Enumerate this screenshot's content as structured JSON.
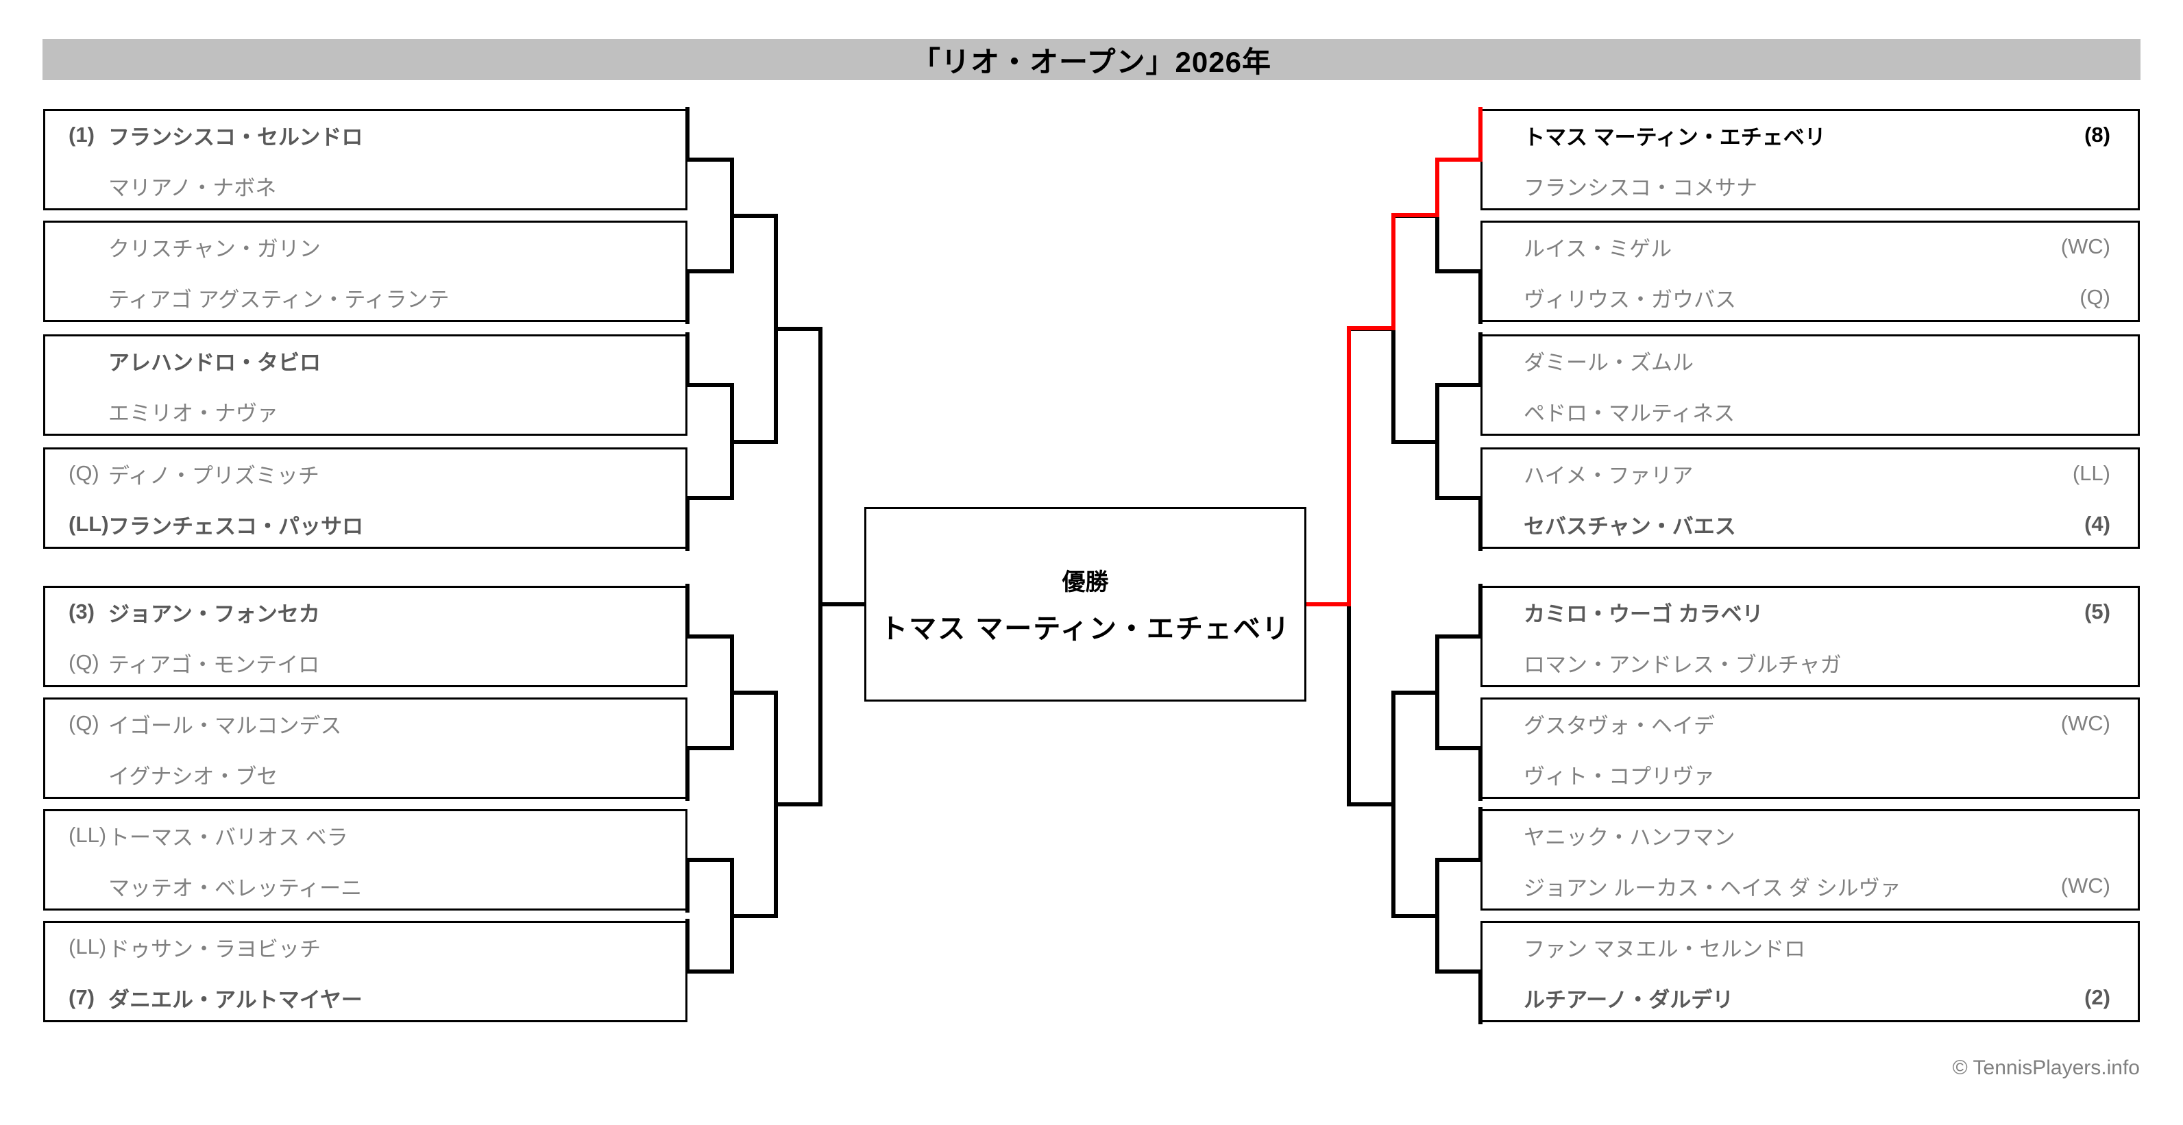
{
  "title": "「リオ・オープン」2026年",
  "champion": {
    "label": "優勝",
    "name": "トマス マーティン・エチェベリ"
  },
  "footer": "© TennisPlayers.info",
  "colors": {
    "winner_path_red": "#ff0000",
    "title_bar_gray": "#c0c0c0",
    "player_gray": "#808080",
    "advancer_dark_gray": "#595959",
    "champion_black": "#000000"
  },
  "left_matches": [
    {
      "p1": {
        "prefix": "(1)",
        "name": "フランシスコ・セルンドロ",
        "bold": true,
        "black": false
      },
      "p2": {
        "prefix": "",
        "name": "マリアノ・ナボネ",
        "bold": false,
        "black": false
      },
      "winner": 1
    },
    {
      "p1": {
        "prefix": "",
        "name": "クリスチャン・ガリン",
        "bold": false,
        "black": false
      },
      "p2": {
        "prefix": "",
        "name": "ティアゴ アグスティン・ティランテ",
        "bold": false,
        "black": false
      },
      "winner": 2
    },
    {
      "p1": {
        "prefix": "",
        "name": "アレハンドロ・タビロ",
        "bold": true,
        "black": false
      },
      "p2": {
        "prefix": "",
        "name": "エミリオ・ナヴァ",
        "bold": false,
        "black": false
      },
      "winner": 1
    },
    {
      "p1": {
        "prefix": "(Q)",
        "name": "ディノ・プリズミッチ",
        "bold": false,
        "black": false
      },
      "p2": {
        "prefix": "(LL)",
        "name": "フランチェスコ・パッサロ",
        "bold": true,
        "black": false
      },
      "winner": 2
    },
    {
      "p1": {
        "prefix": "(3)",
        "name": "ジョアン・フォンセカ",
        "bold": true,
        "black": false
      },
      "p2": {
        "prefix": "(Q)",
        "name": "ティアゴ・モンテイロ",
        "bold": false,
        "black": false
      },
      "winner": 1
    },
    {
      "p1": {
        "prefix": "(Q)",
        "name": "イゴール・マルコンデス",
        "bold": false,
        "black": false
      },
      "p2": {
        "prefix": "",
        "name": "イグナシオ・ブセ",
        "bold": false,
        "black": false
      },
      "winner": 2
    },
    {
      "p1": {
        "prefix": "(LL)",
        "name": "トーマス・バリオス ベラ",
        "bold": false,
        "black": false
      },
      "p2": {
        "prefix": "",
        "name": "マッテオ・ベレッティーニ",
        "bold": false,
        "black": false
      },
      "winner": 2
    },
    {
      "p1": {
        "prefix": "(LL)",
        "name": "ドゥサン・ラヨビッチ",
        "bold": false,
        "black": false
      },
      "p2": {
        "prefix": "(7)",
        "name": "ダニエル・アルトマイヤー",
        "bold": true,
        "black": false
      },
      "winner": 1
    }
  ],
  "right_matches": [
    {
      "p1": {
        "suffix": "(8)",
        "name": "トマス マーティン・エチェベリ",
        "bold": true,
        "black": true
      },
      "p2": {
        "suffix": "",
        "name": "フランシスコ・コメサナ",
        "bold": false,
        "black": false
      },
      "winner": 1,
      "champion_path": true
    },
    {
      "p1": {
        "suffix": "(WC)",
        "name": "ルイス・ミゲル",
        "bold": false,
        "black": false
      },
      "p2": {
        "suffix": "(Q)",
        "name": "ヴィリウス・ガウバス",
        "bold": false,
        "black": false
      },
      "winner": 2
    },
    {
      "p1": {
        "suffix": "",
        "name": "ダミール・ズムル",
        "bold": false,
        "black": false
      },
      "p2": {
        "suffix": "",
        "name": "ペドロ・マルティネス",
        "bold": false,
        "black": false
      },
      "winner": 1
    },
    {
      "p1": {
        "suffix": "(LL)",
        "name": "ハイメ・ファリア",
        "bold": false,
        "black": false
      },
      "p2": {
        "suffix": "(4)",
        "name": "セバスチャン・バエス",
        "bold": true,
        "black": false
      },
      "winner": 2
    },
    {
      "p1": {
        "suffix": "(5)",
        "name": "カミロ・ウーゴ カラベリ",
        "bold": true,
        "black": false
      },
      "p2": {
        "suffix": "",
        "name": "ロマン・アンドレス・ブルチャガ",
        "bold": false,
        "black": false
      },
      "winner": 1
    },
    {
      "p1": {
        "suffix": "(WC)",
        "name": "グスタヴォ・ヘイデ",
        "bold": false,
        "black": false
      },
      "p2": {
        "suffix": "",
        "name": "ヴィト・コプリヴァ",
        "bold": false,
        "black": false
      },
      "winner": 2
    },
    {
      "p1": {
        "suffix": "",
        "name": "ヤニック・ハンフマン",
        "bold": false,
        "black": false
      },
      "p2": {
        "suffix": "(WC)",
        "name": "ジョアン ルーカス・ヘイス ダ シルヴァ",
        "bold": false,
        "black": false
      },
      "winner": 1
    },
    {
      "p1": {
        "suffix": "",
        "name": "ファン マヌエル・セルンドロ",
        "bold": false,
        "black": false
      },
      "p2": {
        "suffix": "(2)",
        "name": "ルチアーノ・ダルデリ",
        "bold": true,
        "black": false
      },
      "winner": 2
    }
  ]
}
